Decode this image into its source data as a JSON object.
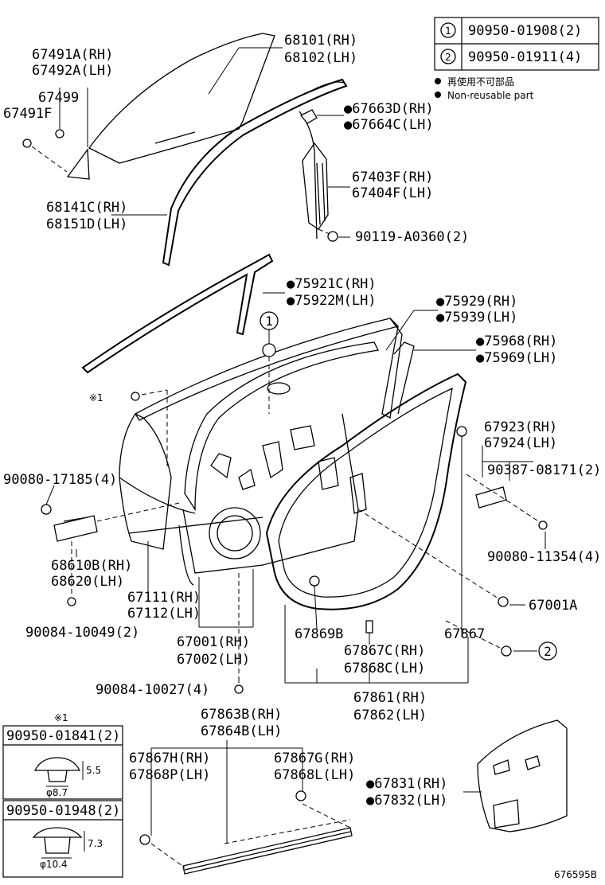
{
  "legend": {
    "row1": {
      "num": "1",
      "part": "90950-01908(2)"
    },
    "row2": {
      "num": "2",
      "part": "90950-01911(4)"
    },
    "note_jp": "再使用不可部品",
    "note_en": "Non-reusable part"
  },
  "labels": {
    "p67491A": "67491A(RH)",
    "p67492A": "67492A(LH)",
    "p67499": "67499",
    "p67491F": "67491F",
    "p68101": "68101(RH)",
    "p68102": "68102(LH)",
    "p67663D": "●67663D(RH)",
    "p67664C": "●67664C(LH)",
    "p67403F": "67403F(RH)",
    "p67404F": "67404F(LH)",
    "p68141C": "68141C(RH)",
    "p68151D": "68151D(LH)",
    "p90119": "90119-A0360(2)",
    "p75921C": "●75921C(RH)",
    "p75922M": "●75922M(LH)",
    "p75929": "●75929(RH)",
    "p75939": "●75939(LH)",
    "c1": "1",
    "p75968": "●75968(RH)",
    "p75969": "●75969(LH)",
    "note1": "※1",
    "p67923": "67923(RH)",
    "p67924": "67924(LH)",
    "p90080a": "90080-17185(4)",
    "p90387": "90387-08171(2)",
    "p68610B": "68610B(RH)",
    "p68620": "68620(LH)",
    "p90080b": "90080-11354(4)",
    "p67111": "67111(RH)",
    "p67112": "67112(LH)",
    "p67001A": "67001A",
    "p90084a": "90084-10049(2)",
    "p67001": "67001(RH)",
    "p67002": "67002(LH)",
    "p67869B": "67869B",
    "p67867": "67867",
    "p67867C": "67867C(RH)",
    "p67868C": "67868C(LH)",
    "c2": "2",
    "p90084b": "90084-10027(4)",
    "p67861": "67861(RH)",
    "p67862": "67862(LH)",
    "p67863B": "67863B(RH)",
    "p67864B": "67864B(LH)",
    "p67867H": "67867H(RH)",
    "p67868P": "67868P(LH)",
    "p67867G": "67867G(RH)",
    "p67868L": "67868L(LH)",
    "p67831": "●67831(RH)",
    "p67832": "●67832(LH)"
  },
  "inset": {
    "note": "※1",
    "box1": {
      "part": "90950-01841(2)",
      "dim_h": "5.5",
      "dim_d": "φ8.7"
    },
    "box2": {
      "part": "90950-01948(2)",
      "dim_h": "7.3",
      "dim_d": "φ10.4"
    }
  },
  "figure_id": "676595B"
}
